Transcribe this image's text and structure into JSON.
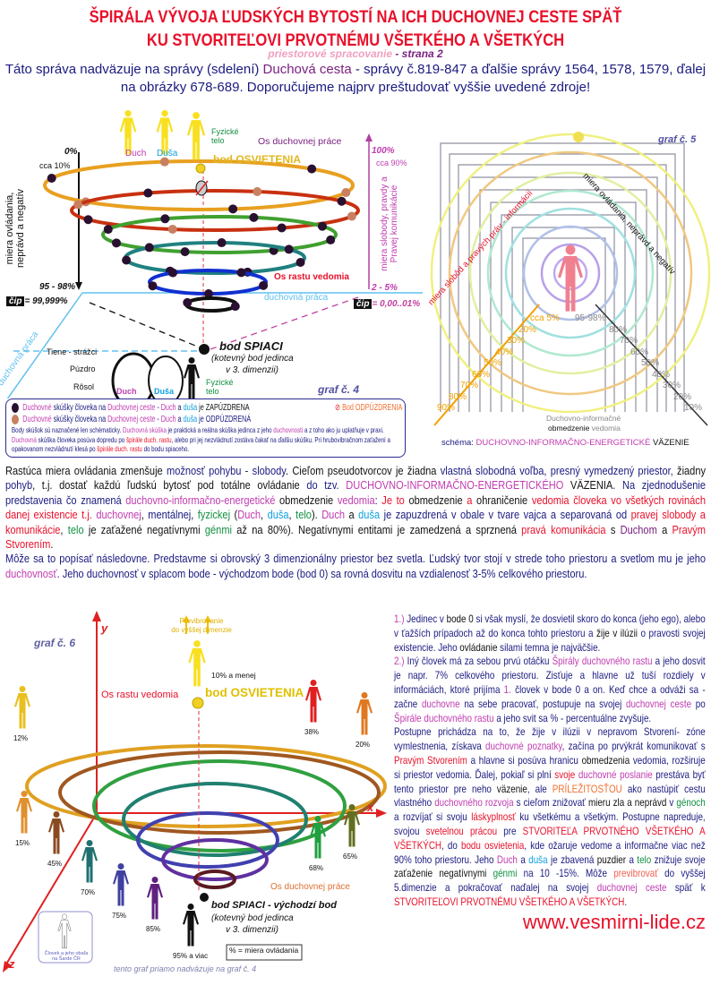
{
  "header": {
    "title_line1": "ŠPIRÁLA VÝVOJA ĽUDSKÝCH BYTOSTÍ NA ICH DUCHOVNEJ CESTE SPÄŤ",
    "title_line2": "KU STVORITEĽOVI PRVOTNÉMU VŠETKÉHO A VŠETKÝCH",
    "subtitle_a": "priestorové spracovanie",
    "subtitle_b": " - strana 2",
    "intro": [
      [
        "Táto správa nadväzuje na správy (sdelení) ",
        "navy"
      ],
      [
        "Duchová cesta",
        "purple"
      ],
      [
        " - správy č.819-847 a ďalšie správy 1564, 1578, 1579, ďalej na obrázky 678-689. Doporučujeme najprv preštudovať vyššie uvedené zdroje!",
        "navy"
      ]
    ]
  },
  "graph4": {
    "label": "graf č. 4",
    "duch": "Duch",
    "dusa": "Duša",
    "fyzicke_telo": "Fyzické telo",
    "bod_osvietenia": "bod OSVIETENIA",
    "os_duchovnej_prace": "Os duchovnej práce",
    "os_rastu_vedomia": "Os rastu vedomia",
    "pct_0": "0%",
    "cca10": "cca 10%",
    "pct_95_98": "95 - 98%",
    "cip": "čip",
    "cip_left": "= 99,999%",
    "cip_right": "= 0,00..01%",
    "pct_100": "100%",
    "cca90": "cca 90%",
    "pct_2_5": "2 - 5%",
    "left_axis": "miera ovládania, neprávd a negatív",
    "right_axis": "miera slobody, pravdy a Pravej komunikácie",
    "duchovna_praca": "duchovná práca",
    "bod_spiaci": "bod SPIACI",
    "bod_spiaci_sub1": "(kotevný bod jedinca",
    "bod_spiaci_sub2": "v 3. dimenzii)",
    "tiene": "Tiene - strážci",
    "puzdro": "Púzdro",
    "rosol": "Rôsol"
  },
  "legend": {
    "row1": [
      [
        "Duchovné ",
        "mag"
      ],
      [
        "skúšky človeka na ",
        "navy"
      ],
      [
        "Duchovnej ceste",
        "mag"
      ],
      [
        " - ",
        "navy"
      ],
      [
        "Duch",
        "mag"
      ],
      [
        " a ",
        "navy"
      ],
      [
        "duša",
        "cyan"
      ],
      [
        " je ZAPÚZDRENA",
        "black"
      ]
    ],
    "row2": [
      [
        "Duchovné ",
        "mag"
      ],
      [
        "skúšky človeka na ",
        "navy"
      ],
      [
        "Duchovnej ceste",
        "mag"
      ],
      [
        " - ",
        "navy"
      ],
      [
        "Duch",
        "mag"
      ],
      [
        " a ",
        "navy"
      ],
      [
        "duša",
        "cyan"
      ],
      [
        " je ODPÚZDRENÁ",
        "navy"
      ]
    ],
    "odpuzdrenia": "Bod ODPÚZDRENIA",
    "note": [
      [
        "Body skúšok sú naznačené len schématicky. ",
        "navy"
      ],
      [
        "Duchovná  skúška",
        "mag"
      ],
      [
        " je praktická a reálna skúška jedinca z jeho ",
        "navy"
      ],
      [
        "duchovnosti",
        "mag"
      ],
      [
        " a z toho ako ju uplatňuje v praxi. ",
        "navy"
      ],
      [
        "Duchovná",
        "mag"
      ],
      [
        " skúška človeka posúva dopredu po ",
        "navy"
      ],
      [
        "špirále duch. rastu",
        "red"
      ],
      [
        ", alebo pri jej nezvládnutí zostáva čakať na ďalšiu skúšku. Pri hrubovibračnom zaťažení a opakovanom nezvládnutí klesá po ",
        "navy"
      ],
      [
        "špirále duch. rastu",
        "red"
      ],
      [
        " do bodu spiaceho.",
        "navy"
      ]
    ],
    "colors": {
      "enclosed": "#2a1030",
      "released": "#c88060"
    }
  },
  "graph5": {
    "label": "graf č. 5",
    "left_axis": "miera slobôd a pravých práv - informácií",
    "right_axis": "miera ovládania, neprávd a negatív",
    "left_pcts": [
      "cca 5%",
      "20%",
      "30%",
      "40%",
      "50%",
      "60%",
      "70%",
      "80%",
      "90%"
    ],
    "right_pcts": [
      "95-98%",
      "80%",
      "70%",
      "60%",
      "50%",
      "40%",
      "30%",
      "20%",
      "10%"
    ],
    "note1": "Duchovno-informačné",
    "note2a": "obmedzenie",
    "note2b": " vedomia",
    "schema_a": "schéma: ",
    "schema_b": "DUCHOVNO-INFORMAČNO-ENERGETICKÉ",
    "schema_c": " VÄZENIE"
  },
  "body": [
    [
      "Rastúca miera ovládania zmenšuje ",
      "black"
    ],
    [
      "možnosť pohybu - slobody",
      "navy"
    ],
    [
      ". Cieľom pseudotvorcov je žiadna ",
      "black"
    ],
    [
      "vlastná slobodná voľba, presný vymedzený priestor,",
      "navy"
    ],
    [
      "  žiadny ",
      "black"
    ],
    [
      "pohyb",
      "navy"
    ],
    [
      ", t.j. dostať každú ľudskú bytosť pod totálne ovládanie ",
      "black"
    ],
    [
      "do tzv. ",
      "navy"
    ],
    [
      "DUCHOVNO-INFORMAČNO-ENERGETICKÉHO",
      "mag"
    ],
    [
      " VÄZENIA",
      "black"
    ],
    [
      ". Na zjednodušenie predstavenia čo znamená ",
      "navy"
    ],
    [
      "duchovno-informačno-energetické",
      "mag"
    ],
    [
      " obmedzenie ",
      "black"
    ],
    [
      "vedomia",
      "mag"
    ],
    [
      ": ",
      "navy"
    ],
    [
      "Je to",
      "red"
    ],
    [
      " obmedzenie ",
      "black"
    ],
    [
      "a",
      "red"
    ],
    [
      " ohraničenie ",
      "black"
    ],
    [
      "vedomia človeka vo všetkých rovinách danej existencie t.j. ",
      "red"
    ],
    [
      "duchovnej",
      "mag"
    ],
    [
      ", ",
      "black"
    ],
    [
      "mentálnej",
      "navy"
    ],
    [
      ", ",
      "black"
    ],
    [
      "fyzickej",
      "green"
    ],
    [
      " (",
      "black"
    ],
    [
      "Duch",
      "mag"
    ],
    [
      ", ",
      "black"
    ],
    [
      "duša",
      "cyan"
    ],
    [
      ", ",
      "black"
    ],
    [
      "telo",
      "green"
    ],
    [
      "). ",
      "black"
    ],
    [
      "Duch",
      "mag"
    ],
    [
      " a ",
      "black"
    ],
    [
      "duša",
      "cyan"
    ],
    [
      " je zapuzdrená v obale v tvare vajca a separovaná od ",
      "navy"
    ],
    [
      "pravej  slobody a komunikácie",
      "red"
    ],
    [
      ", ",
      "black"
    ],
    [
      "telo",
      "green"
    ],
    [
      " je zaťažené negatívnymi ",
      "black"
    ],
    [
      "génmi",
      "green"
    ],
    [
      " až na 80%). Negatívnymi entitami je zamedzená a sprznená ",
      "black"
    ],
    [
      "pravá komunikácia",
      "red"
    ],
    [
      " s ",
      "black"
    ],
    [
      "Duchom",
      "purple"
    ],
    [
      " a ",
      "black"
    ],
    [
      "Pravým Stvorením",
      "red"
    ],
    [
      ".",
      "black"
    ]
  ],
  "body2": [
    [
      "Môže sa to popísať následovne. Predstavme si obrovský 3 dimenzionálny priestor bez svetla. Ľudský tvor stojí v strede toho priestoru a svetlom mu je jeho ",
      "navy"
    ],
    [
      "duchovnosť",
      "mag"
    ],
    [
      ". Jeho duchovnosť v splacom bode -  východzom bode (bod 0) sa rovná dosvitu na vzdialenosť 3-5% celkového priestoru.",
      "navy"
    ]
  ],
  "right": [
    [
      "1.)",
      "mag"
    ],
    [
      " Jedinec v ",
      "navy"
    ],
    [
      "bode 0",
      "black"
    ],
    [
      " si však myslí, že dosvietil skoro do konca (jeho ego), alebo v ťažších prípadoch až do konca tohto priestoru a ",
      "navy"
    ],
    [
      "žije v ilúzii",
      "black"
    ],
    [
      " o pravosti svojej existencie. Jeho ",
      "navy"
    ],
    [
      "ovládanie",
      "black"
    ],
    [
      " silami temna je najväčšie.",
      "navy"
    ],
    [
      "\n",
      "navy"
    ],
    [
      "2.)",
      "mag"
    ],
    [
      " Iný človek má za sebou prvú otáčku ",
      "navy"
    ],
    [
      "Špirály duchovného rastu",
      "mag"
    ],
    [
      " a jeho dosvit je napr. 7% celkového priestoru. Zisťuje a hlavne už tuší rozdiely v informáciách, ktoré prijíma ",
      "navy"
    ],
    [
      "1.",
      "mag"
    ],
    [
      " človek v bode 0 a on. Keď chce a odváži sa - začne ",
      "navy"
    ],
    [
      "duchovne",
      "mag"
    ],
    [
      " na sebe pracovať, postupuje na svojej ",
      "navy"
    ],
    [
      "duchovnej ceste",
      "mag"
    ],
    [
      " po ",
      "navy"
    ],
    [
      "Špirále duchovného rastu",
      "mag"
    ],
    [
      " a jeho svit sa  % - percentuálne zvyšuje.",
      "navy"
    ],
    [
      "\n",
      "navy"
    ],
    [
      "Postupne prichádza na to, že žije v ilúzii  v nepravom Stvorení- zóne vymlestnenia, získava ",
      "navy"
    ],
    [
      "duchovné poznatky",
      "mag"
    ],
    [
      ", začína po prvýkrát komunikovať s ",
      "navy"
    ],
    [
      "Pravým Stvorením",
      "red"
    ],
    [
      " a hlavne si posúva hranicu ",
      "navy"
    ],
    [
      "obmedzenia",
      "black"
    ],
    [
      " vedomia, rozširuje si priestor vedomia. Ďalej, pokiaľ si plní ",
      "navy"
    ],
    [
      "svoje",
      "red"
    ],
    [
      " duchovné poslanie",
      "mag"
    ],
    [
      " prestáva byť tento priestor pre neho ",
      "navy"
    ],
    [
      "väzenie",
      "black"
    ],
    [
      ", ale ",
      "navy"
    ],
    [
      "PRÍLEŽITOSŤOU",
      "orange"
    ],
    [
      " ako nastúpiť cestu vlastného ",
      "navy"
    ],
    [
      "duchovného rozvoja",
      "mag"
    ],
    [
      " s cieľom znižovať ",
      "navy"
    ],
    [
      "mieru zla a neprávd",
      "black"
    ],
    [
      " v ",
      "navy"
    ],
    [
      "génoch",
      "green"
    ],
    [
      " a rozvíjať si svoju ",
      "navy"
    ],
    [
      "láskyplnosť",
      "red"
    ],
    [
      " ku všetkému a všetkým. Postupne napreduje, svojou ",
      "navy"
    ],
    [
      "svetelnou prácou",
      "red"
    ],
    [
      " pre ",
      "navy"
    ],
    [
      "STVORITEĽA PRVOTNÉHO VŠETKÉHO A VŠETKÝCH",
      "red"
    ],
    [
      ", do ",
      "navy"
    ],
    [
      "bodu osvietenia",
      "red"
    ],
    [
      ", kde ožaruje vedome a informačne viac než 90% toho priestoru. Jeho ",
      "navy"
    ],
    [
      "Duch",
      "mag"
    ],
    [
      " a ",
      "navy"
    ],
    [
      "duša",
      "cyan"
    ],
    [
      " je zbavená ",
      "navy"
    ],
    [
      "puzdier",
      "black"
    ],
    [
      " a ",
      "navy"
    ],
    [
      "telo",
      "green"
    ],
    [
      " znižuje svoje ",
      "navy"
    ],
    [
      "zaťaženie negatívnymi",
      "black"
    ],
    [
      " génmi",
      "green"
    ],
    [
      " na 10 -15%. Môže ",
      "navy"
    ],
    [
      "previbrovať",
      "salmon"
    ],
    [
      " do vyššej 5.dimenzie a pokračovať naďalej na svojej ",
      "navy"
    ],
    [
      "duchovnej ceste",
      "mag"
    ],
    [
      " späť k  ",
      "navy"
    ],
    [
      "STVORITEĽOVI PRVOTNÉMU VŠETKÉHO A VŠETKÝCH",
      "red"
    ],
    [
      ".",
      "navy"
    ]
  ],
  "graph6": {
    "label": "graf č. 6",
    "previbrovanie1": "Previbrovanie",
    "previbrovanie2": "do vyššej dimenzie",
    "pct_top": "10% a menej",
    "os_rastu_vedomia": "Os rastu vedomia",
    "bod_osvietenia": "bod OSVIETENIA",
    "os_duchovnej_prace": "Os duchovnej práce",
    "bod_spiaci": "bod SPIACI - východzí bod",
    "sub1": "(kotevný bod jedinca",
    "sub2": "v 3. dimenzii)",
    "legend_pct": "% = miera ovládania",
    "footer": "tento graf priamo nadväzuje na graf č. 4",
    "inset1": "Človek a jeho obaľa",
    "inset2": "na Šarde ČR",
    "axis_x": "x",
    "axis_y": "y",
    "axis_z": "z",
    "figures": [
      {
        "pct": "12%",
        "color": "#e8c020"
      },
      {
        "pct": "38%",
        "color": "#e02020"
      },
      {
        "pct": "20%",
        "color": "#e07820"
      },
      {
        "pct": "15%",
        "color": "#e09030"
      },
      {
        "pct": "45%",
        "color": "#8a4a20"
      },
      {
        "pct": "70%",
        "color": "#207070"
      },
      {
        "pct": "75%",
        "color": "#4040a0"
      },
      {
        "pct": "85%",
        "color": "#602080"
      },
      {
        "pct": "95% a viac",
        "color": "#111111"
      },
      {
        "pct": "68%",
        "color": "#20a040"
      },
      {
        "pct": "65%",
        "color": "#607020"
      }
    ]
  },
  "footer": {
    "url": "www.vesmirni-lide.cz"
  }
}
